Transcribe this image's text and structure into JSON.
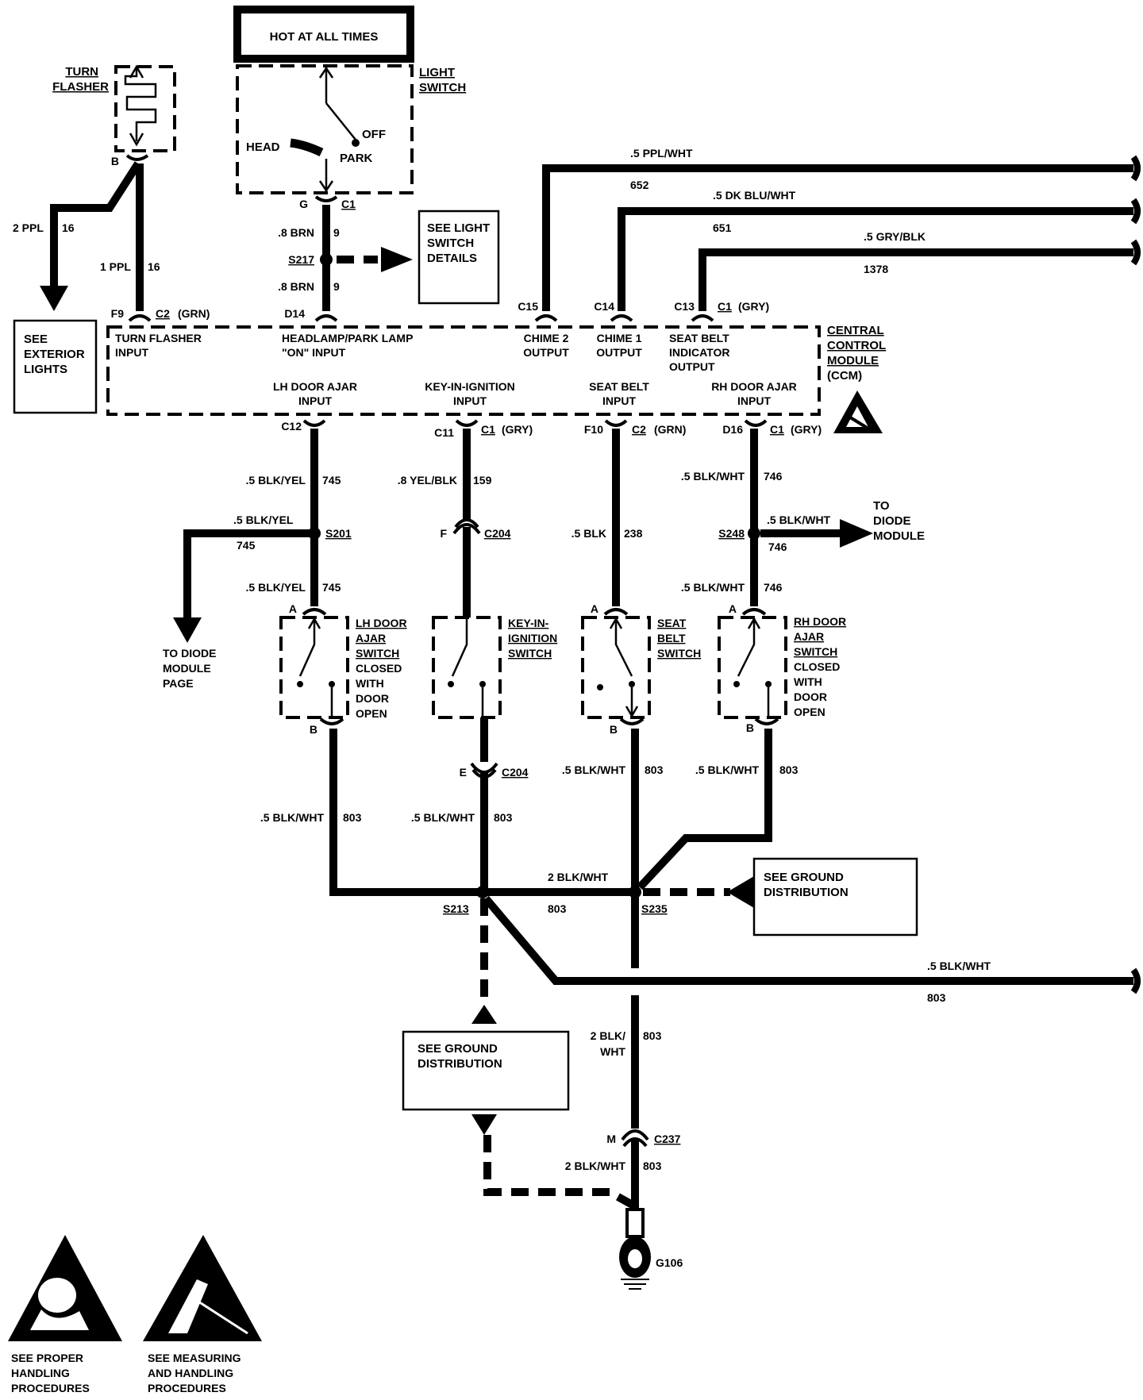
{
  "top_box": {
    "label": "HOT AT ALL TIMES"
  },
  "turn_flasher": {
    "name_1": "TURN",
    "name_2": "FLASHER",
    "pin": "B"
  },
  "light_switch": {
    "name_1": "LIGHT",
    "name_2": "SWITCH",
    "head": "HEAD",
    "off": "OFF",
    "park": "PARK",
    "pin": "G",
    "connector": "C1"
  },
  "wires": {
    "ppl2": "2 PPL",
    "ppl2_circuit": "16",
    "ppl1": "1 PPL",
    "ppl1_circuit": "16",
    "brn_top": ".8 BRN",
    "brn_top_circuit": "9",
    "splice_s217": "S217",
    "brn_bottom": ".8 BRN",
    "brn_bottom_circuit": "9",
    "ppl_wht": ".5 PPL/WHT",
    "ppl_wht_circuit": "652",
    "dk_blu_wht": ".5 DK BLU/WHT",
    "dk_blu_wht_circuit": "651",
    "gry_blk": ".5 GRY/BLK",
    "gry_blk_circuit": "1378"
  },
  "ref_boxes": {
    "exterior": [
      "SEE",
      "EXTERIOR",
      "LIGHTS"
    ],
    "light_details": [
      "SEE LIGHT",
      "SWITCH",
      "DETAILS"
    ],
    "ground_right": [
      "SEE GROUND",
      "DISTRIBUTION"
    ],
    "ground_center": [
      "SEE GROUND",
      "DISTRIBUTION"
    ]
  },
  "ccm": {
    "title": [
      "CENTRAL",
      "CONTROL",
      "MODULE",
      "(CCM)"
    ],
    "top_pins": {
      "f9": "F9",
      "c2": "C2",
      "grn": "(GRN)",
      "d14": "D14",
      "c15": "C15",
      "c14": "C14",
      "c13": "C13",
      "c1": "C1",
      "gry": "(GRY)"
    },
    "inputs_top": {
      "turn_flasher_1": "TURN FLASHER",
      "turn_flasher_2": "INPUT",
      "headlamp_1": "HEADLAMP/PARK LAMP",
      "headlamp_2": "\"ON\" INPUT",
      "chime2_1": "CHIME 2",
      "chime2_2": "OUTPUT",
      "chime1_1": "CHIME 1",
      "chime1_2": "OUTPUT",
      "seatbelt_ind_1": "SEAT BELT",
      "seatbelt_ind_2": "INDICATOR",
      "seatbelt_ind_3": "OUTPUT"
    },
    "inputs_bottom": {
      "lh_1": "LH DOOR AJAR",
      "lh_2": "INPUT",
      "key_1": "KEY-IN-IGNITION",
      "key_2": "INPUT",
      "seat_1": "SEAT BELT",
      "seat_2": "INPUT",
      "rh_1": "RH DOOR AJAR",
      "rh_2": "INPUT"
    },
    "bottom_pins": {
      "c12": "C12",
      "c11": "C11",
      "c1": "C1",
      "gry": "(GRY)",
      "f10": "F10",
      "c2": "C2",
      "grn": "(GRN)",
      "d16": "D16",
      "c1b": "C1",
      "gryb": "(GRY)"
    }
  },
  "lower_wires": {
    "blk_yel_745_a": ".5 BLK/YEL",
    "c745_a": "745",
    "blk_yel_745_b": ".5 BLK/YEL",
    "c745_b": "745",
    "blk_yel_745_c": ".5 BLK/YEL",
    "c745_c": "745",
    "s201": "S201",
    "yel_blk": ".8 YEL/BLK",
    "c159": "159",
    "f": "F",
    "c204_top": "C204",
    "blk": ".5 BLK",
    "c238": "238",
    "blk_wht_746_a": ".5 BLK/WHT",
    "c746_a": "746",
    "s248": "S248",
    "blk_wht_746_b": ".5 BLK/WHT",
    "c746_b": "746",
    "blk_wht_746_c": ".5 BLK/WHT",
    "c746_c": "746",
    "to_diode_1": "TO",
    "to_diode_2": "DIODE",
    "to_diode_3": "MODULE",
    "to_diode_page_1": "TO DIODE",
    "to_diode_page_2": "MODULE",
    "to_diode_page_3": "PAGE"
  },
  "switches": {
    "lh": [
      "LH DOOR",
      "AJAR",
      "SWITCH",
      "CLOSED",
      "WITH",
      "DOOR",
      "OPEN"
    ],
    "key": [
      "KEY-IN-",
      "IGNITION",
      "SWITCH"
    ],
    "seat": [
      "SEAT",
      "BELT",
      "SWITCH"
    ],
    "rh": [
      "RH DOOR",
      "AJAR",
      "SWITCH",
      "CLOSED",
      "WITH",
      "DOOR",
      "OPEN"
    ],
    "pin_a": "A",
    "pin_b": "B"
  },
  "ground_wires": {
    "e": "E",
    "c204_bottom": "C204",
    "blk_wht_lh": ".5 BLK/WHT",
    "c803_lh": "803",
    "blk_wht_key": ".5 BLK/WHT",
    "c803_key": "803",
    "blk_wht_seat": ".5 BLK/WHT",
    "c803_seat": "803",
    "blk_wht_rh": ".5 BLK/WHT",
    "c803_rh": "803",
    "blk_wht_2": "2 BLK/WHT",
    "c803_mid": "803",
    "s213": "S213",
    "s235": "S235",
    "blk_wht_right": ".5 BLK/WHT",
    "c803_right": "803",
    "blk_1": "2 BLK/",
    "blk_2": "WHT",
    "c803_g": "803",
    "m": "M",
    "c237": "C237",
    "blk_wht_g": "2 BLK/WHT",
    "c803_g2": "803",
    "g106": "G106"
  },
  "warnings": {
    "proper": [
      "SEE PROPER",
      "HANDLING",
      "PROCEDURES"
    ],
    "measuring": [
      "SEE MEASURING",
      "AND HANDLING",
      "PROCEDURES"
    ]
  }
}
